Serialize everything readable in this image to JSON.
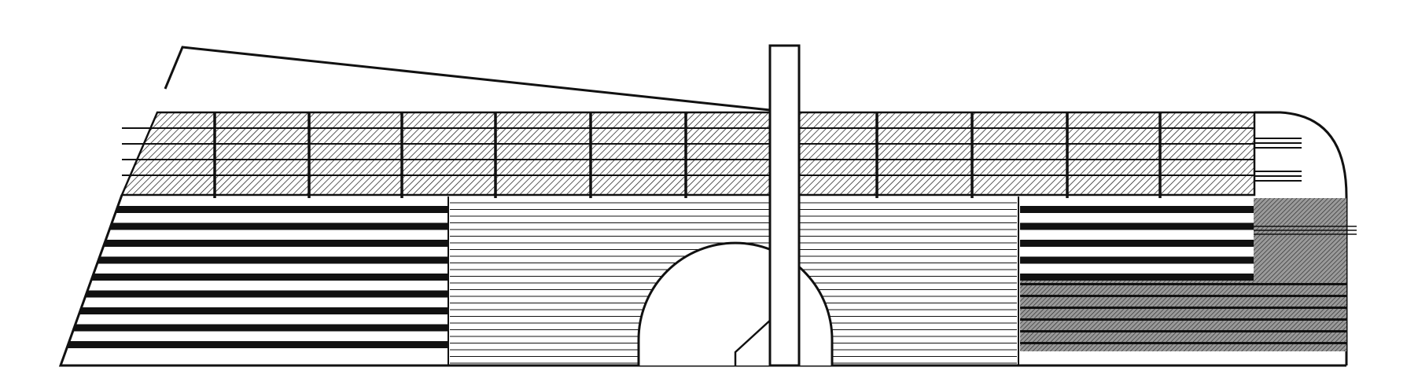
{
  "drawing": {
    "kind": "architectural-elevation",
    "ink_color": "#111111",
    "paper_color": "#ffffff",
    "fill_gray": "#8a8a8a",
    "regions": [
      {
        "name": "upper-hatched-band",
        "pattern": "diagonal-hatch",
        "rows": 5
      },
      {
        "name": "left-dark-stripes",
        "pattern": "thick-stripes",
        "rows": 9
      },
      {
        "name": "center-thin-lines",
        "pattern": "thin-lines"
      },
      {
        "name": "right-dense-block",
        "pattern": "dense-hatch",
        "rows": 9
      }
    ],
    "elements": [
      "roof-line",
      "vertical-tower",
      "semicircular-arch",
      "rounded-end-wall"
    ]
  }
}
